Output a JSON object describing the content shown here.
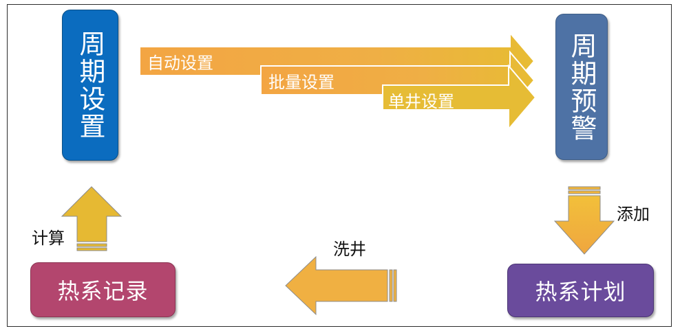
{
  "colors": {
    "cycle_setting": "#0B6CBF",
    "cycle_warning": "#4E72A5",
    "heat_record": "#B3466E",
    "heat_plan": "#6A4B9C",
    "orange_arrow": "#F0A447",
    "yellow_arrow": "#E7BC33",
    "outline": "#8B8B8B"
  },
  "nodes": {
    "cycle_setting": "周期设置",
    "cycle_warning": "周期预警",
    "heat_record": "热系记录",
    "heat_plan": "热系计划"
  },
  "bands": {
    "auto": "自动设置",
    "batch": "批量设置",
    "single": "单井设置"
  },
  "edges": {
    "add": "添加",
    "wash": "洗井",
    "calc": "计算"
  }
}
